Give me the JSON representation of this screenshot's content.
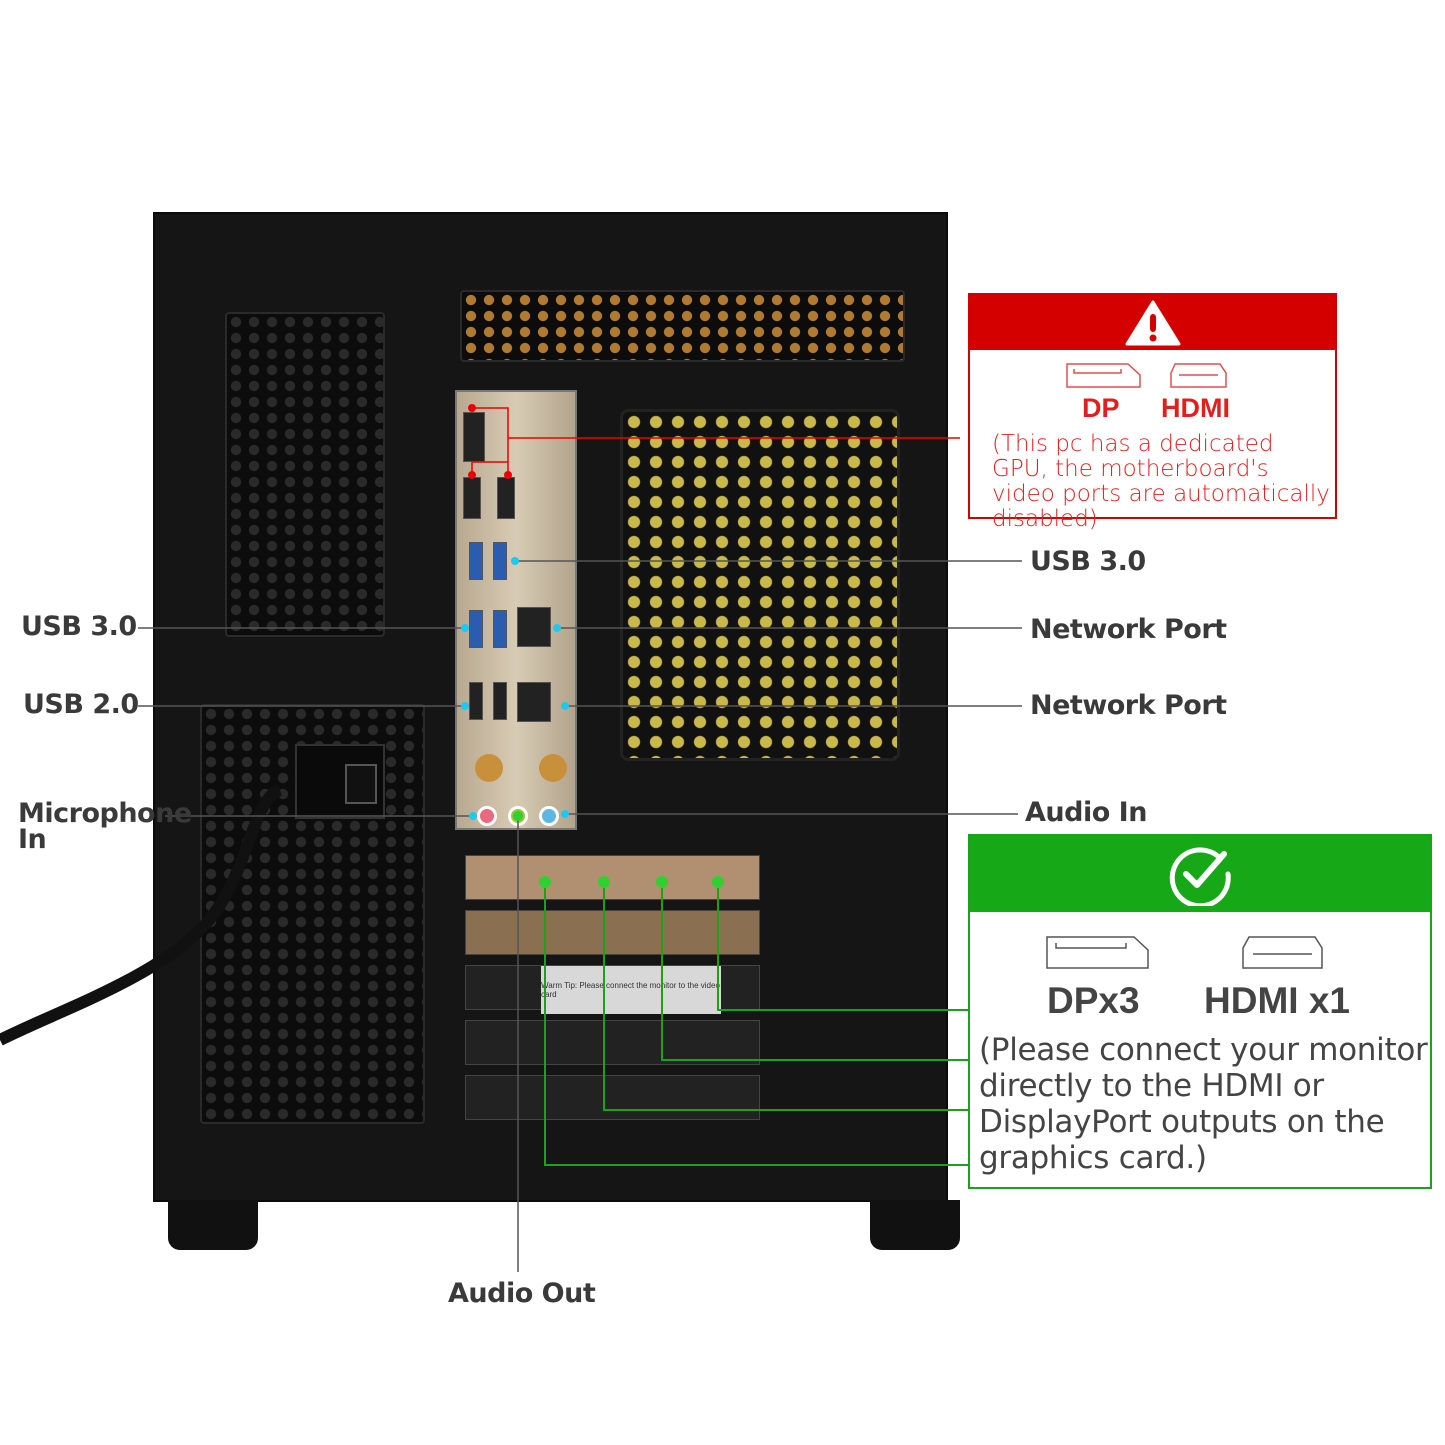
{
  "labels": {
    "usb30_left": "USB 3.0",
    "usb20_left": "USB 2.0",
    "mic_line1": "Microphone",
    "mic_line2": "In",
    "usb30_right": "USB 3.0",
    "network_port_1": "Network Port",
    "network_port_2": "Network Port",
    "audio_in": "Audio In",
    "audio_out": "Audio Out"
  },
  "warning_box": {
    "icon": "warning-triangle-icon",
    "dp_label": "DP",
    "hdmi_label": "HDMI",
    "note": "(This pc has a dedicated GPU, the motherboard's video ports are automatically disabled)",
    "color": "#d40000"
  },
  "gpu_box": {
    "icon": "check-circle-icon",
    "dp_label": "DPx3",
    "hdmi_label": "HDMI x1",
    "note": "(Please connect your monitor directly to the HDMI or DisplayPort outputs on the graphics card.)",
    "color": "#16a816"
  },
  "sticker": "Warm Tip: Please connect the monitor to the video card"
}
